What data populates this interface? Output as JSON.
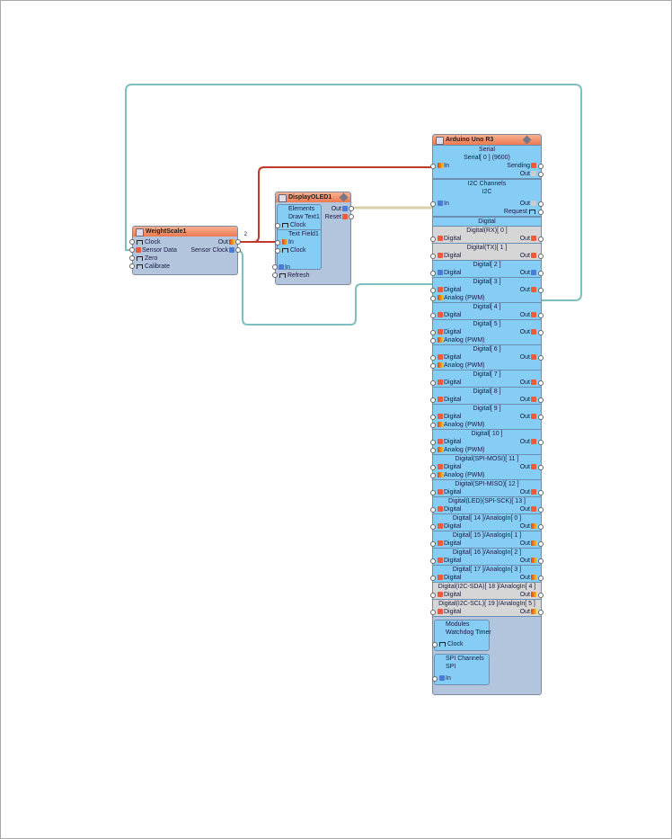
{
  "weightscale": {
    "title": "WeightScale1",
    "inputs": [
      "Clock",
      "Sensor Data",
      "Zero",
      "Calibrate"
    ],
    "outputs": [
      "Out",
      "Sensor Clock"
    ],
    "out_count": "2"
  },
  "display": {
    "title": "DisplayOLED1",
    "elements": "Elements",
    "draw_text": "Draw Text1",
    "clock1": "Clock",
    "text_field": "Text Field1",
    "in1": "In",
    "clock2": "Clock",
    "in2": "In",
    "refresh": "Refresh",
    "out": "Out",
    "reset": "Reset"
  },
  "arduino": {
    "title": "Arduino Uno R3",
    "serial": {
      "header": "Serial",
      "channel": "Serial[ 0 ] (9600)",
      "in": "In",
      "sending": "Sending",
      "out": "Out"
    },
    "i2c": {
      "header": "I2C Channels",
      "channel": "I2C",
      "in": "In",
      "out": "Out",
      "request": "Request"
    },
    "digital_header": "Digital",
    "pins": [
      {
        "name": "Digital(RX)[ 0 ]",
        "disabled": true,
        "analog": false
      },
      {
        "name": "Digital(TX)[ 1 ]",
        "disabled": true,
        "analog": false
      },
      {
        "name": "Digital[ 2 ]",
        "disabled": false,
        "analog": false
      },
      {
        "name": "Digital[ 3 ]",
        "disabled": false,
        "analog": true
      },
      {
        "name": "Digital[ 4 ]",
        "disabled": false,
        "analog": false
      },
      {
        "name": "Digital[ 5 ]",
        "disabled": false,
        "analog": true
      },
      {
        "name": "Digital[ 6 ]",
        "disabled": false,
        "analog": true
      },
      {
        "name": "Digital[ 7 ]",
        "disabled": false,
        "analog": false
      },
      {
        "name": "Digital[ 8 ]",
        "disabled": false,
        "analog": false
      },
      {
        "name": "Digital[ 9 ]",
        "disabled": false,
        "analog": true
      },
      {
        "name": "Digital[ 10 ]",
        "disabled": false,
        "analog": true
      },
      {
        "name": "Digital(SPI-MOSI)[ 11 ]",
        "disabled": false,
        "analog": true
      },
      {
        "name": "Digital(SPI-MISO)[ 12 ]",
        "disabled": false,
        "analog": false
      },
      {
        "name": "Digital(LED)(SPI-SCK)[ 13 ]",
        "disabled": false,
        "analog": false
      },
      {
        "name": "Digital[ 14 ]/AnalogIn[ 0 ]",
        "disabled": false,
        "analog": false
      },
      {
        "name": "Digital[ 15 ]/AnalogIn[ 1 ]",
        "disabled": false,
        "analog": false
      },
      {
        "name": "Digital[ 16 ]/AnalogIn[ 2 ]",
        "disabled": false,
        "analog": false
      },
      {
        "name": "Digital[ 17 ]/AnalogIn[ 3 ]",
        "disabled": false,
        "analog": false
      },
      {
        "name": "Digital(I2C-SDA)[ 18 ]/AnalogIn[ 4 ]",
        "disabled": true,
        "analog": false
      },
      {
        "name": "Digital(I2C-SCL)[ 19 ]/AnalogIn[ 5 ]",
        "disabled": true,
        "analog": false
      }
    ],
    "pin_in_label": "Digital",
    "pin_out_label": "Out",
    "analog_label": "Analog (PWM)",
    "modules": {
      "header": "Modules",
      "watchdog": "Watchdog Timer",
      "clock": "Clock"
    },
    "spi": {
      "header": "SPI Channels",
      "channel": "SPI",
      "in": "In"
    }
  },
  "colors": {
    "wire_teal": "#7fbfbf",
    "wire_red": "#c0392b",
    "wire_beige": "#d8d0a8"
  }
}
